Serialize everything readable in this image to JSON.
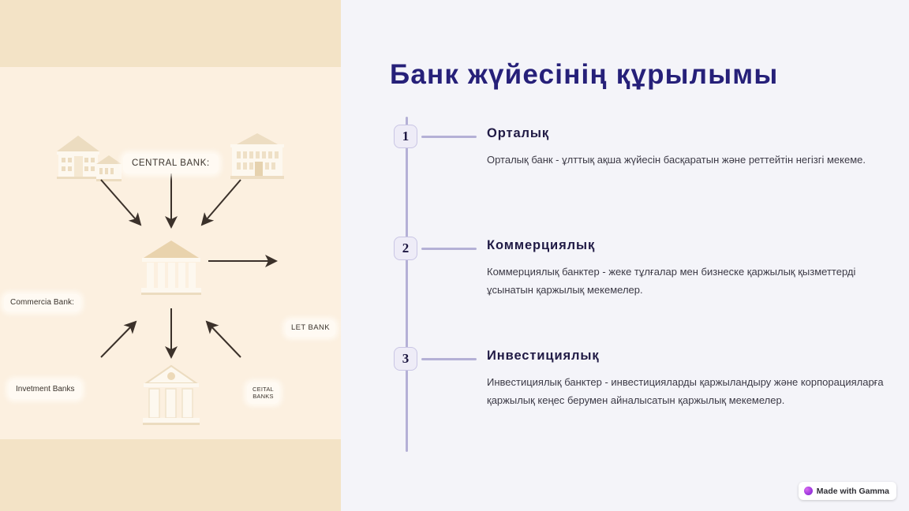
{
  "page": {
    "title": "Банк жүйесінің құрылымы",
    "title_color": "#262079",
    "left_band_color": "#f3e3c6",
    "illustration_bg": "#fcf0e0",
    "right_bg": "#f4f4f9",
    "timeline_color": "#b4b0d6"
  },
  "illustration": {
    "alt": "bank-system-diagram",
    "labels": [
      {
        "id": "central-bank",
        "text": "CENTRAL BANK:"
      },
      {
        "id": "commercial-bank",
        "text": "Commercia Bank:"
      },
      {
        "id": "let-bank",
        "text": "LET BANK"
      },
      {
        "id": "investment-banks",
        "text": "Invetment Banks"
      },
      {
        "id": "cettal-banks",
        "text": "CEITAL\nBANKS"
      }
    ],
    "icons": [
      {
        "id": "bank-building-top-left",
        "columns": 5
      },
      {
        "id": "bank-building-top-right",
        "columns": 0
      },
      {
        "id": "bank-building-center",
        "columns": 5
      },
      {
        "id": "bank-building-bottom",
        "columns": 3
      }
    ]
  },
  "timeline": {
    "items": [
      {
        "number": "1",
        "heading": "Орталық",
        "body": "Орталық банк - ұлттық ақша жүйесін басқаратын және реттейтін негізгі мекеме."
      },
      {
        "number": "2",
        "heading": "Коммерциялық",
        "body": "Коммерциялық банктер - жеке тұлғалар мен бизнеске қаржылық қызметтерді ұсынатын қаржылық мекемелер."
      },
      {
        "number": "3",
        "heading": "Инвестициялық",
        "body": "Инвестициялық банктер - инвестицияларды қаржыландыру және корпорацияларға қаржылық кеңес берумен айналысатын қаржылық мекемелер."
      }
    ]
  },
  "badge": {
    "text": "Made with Gamma",
    "icon": "gamma-logo-icon"
  }
}
